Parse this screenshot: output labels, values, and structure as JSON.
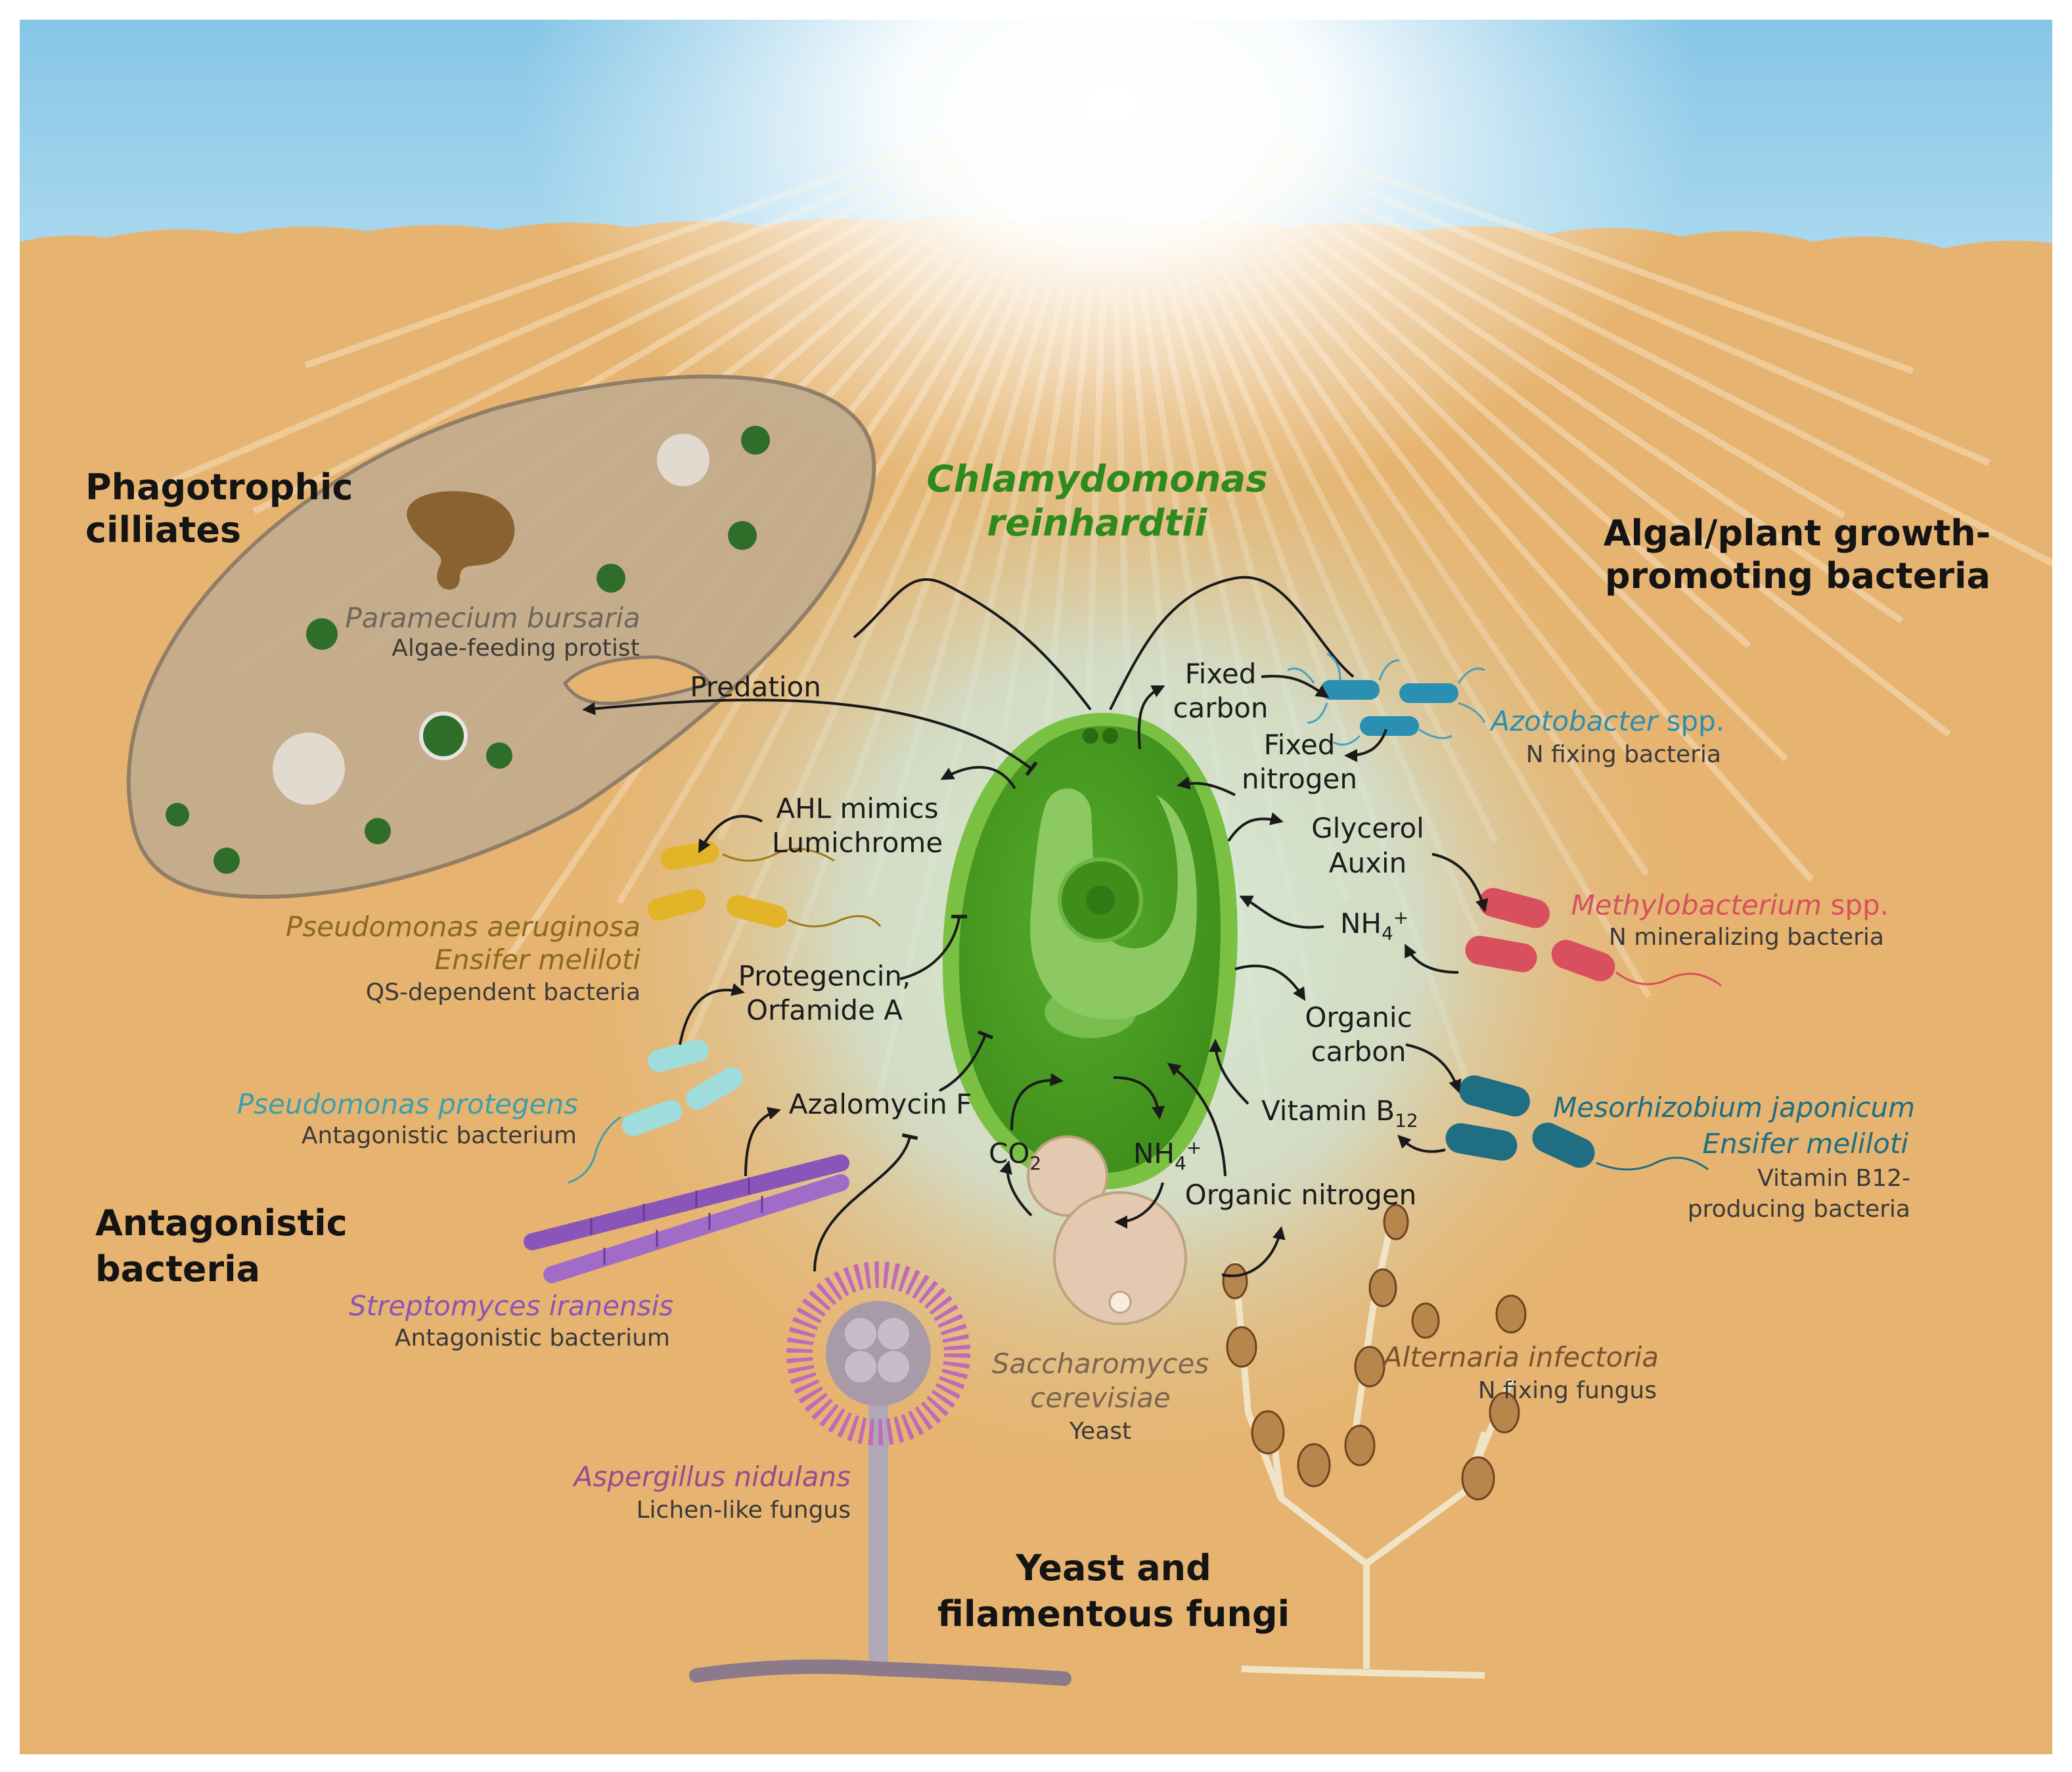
{
  "title": {
    "line1": "Chlamydomonas",
    "line2": "reinhardtii"
  },
  "groups": {
    "ciliates": [
      "Phagotrophic",
      "cilliates"
    ],
    "growth_promoting": [
      "Algal/plant growth-",
      "promoting bacteria"
    ],
    "antagonistic": [
      "Antagonistic",
      "bacteria"
    ],
    "fungi": [
      "Yeast and",
      "filamentous fungi"
    ]
  },
  "organisms": {
    "paramecium": {
      "species": "Paramecium bursaria",
      "desc": "Algae-feeding protist"
    },
    "azotobacter": {
      "species": "Azotobacter",
      "suffix": " spp.",
      "desc": "N fixing bacteria"
    },
    "methylobacterium": {
      "species": "Methylobacterium",
      "suffix": " spp.",
      "desc": "N mineralizing bacteria"
    },
    "mesorhizobium": {
      "species1": "Mesorhizobium japonicum",
      "species2": "Ensifer meliloti",
      "desc1": "Vitamin B12-",
      "desc2": "producing bacteria"
    },
    "pseudomonas_aeruginosa": {
      "species1": "Pseudomonas aeruginosa",
      "species2": "Ensifer meliloti",
      "desc": "QS-dependent bacteria"
    },
    "pseudomonas_protegens": {
      "species": "Pseudomonas protegens",
      "desc": "Antagonistic bacterium"
    },
    "streptomyces": {
      "species": "Streptomyces iranensis",
      "desc": "Antagonistic bacterium"
    },
    "aspergillus": {
      "species": "Aspergillus nidulans",
      "desc": "Lichen-like fungus"
    },
    "saccharomyces": {
      "species1": "Saccharomyces",
      "species2": "cerevisiae",
      "desc": "Yeast"
    },
    "alternaria": {
      "species": "Alternaria infectoria",
      "desc": "N fixing fungus"
    }
  },
  "compounds": {
    "predation": "Predation",
    "ahl": [
      "AHL mimics",
      "Lumichrome"
    ],
    "protegencin": [
      "Protegencin,",
      "Orfamide A"
    ],
    "azalomycin": "Azalomycin F",
    "fixed_carbon": [
      "Fixed",
      "carbon"
    ],
    "fixed_nitrogen": [
      "Fixed",
      "nitrogen"
    ],
    "glycerol": [
      "Glycerol",
      "Auxin"
    ],
    "nh4_right": {
      "base": "NH",
      "sub": "4",
      "sup": "+"
    },
    "organic_carbon": [
      "Organic",
      "carbon"
    ],
    "vitamin_b12": {
      "base": "Vitamin B",
      "sub": "12"
    },
    "co2": {
      "base": "CO",
      "sub": "2"
    },
    "nh4_yeast": {
      "base": "NH",
      "sub": "4",
      "sup": "+"
    },
    "organic_nitrogen": "Organic nitrogen"
  },
  "colors": {
    "sky": "#8fcbe8",
    "soil": "#e6b470",
    "algae": "#5cb52d",
    "title": "#2f8a1e",
    "azotobacter": "#2a8fb0",
    "methylobacterium": "#d8505e",
    "mesorhizobium": "#1f6e82",
    "pseudomonas_aeruginosa": "#a07a16",
    "pseudomonas_protegens": "#3b9fae",
    "streptomyces": "#8a55b8",
    "aspergillus": "#9c4a8e",
    "alternaria": "#8a5a32",
    "saccharomyces": "#7a6650",
    "paramecium": "#8a7a66"
  }
}
